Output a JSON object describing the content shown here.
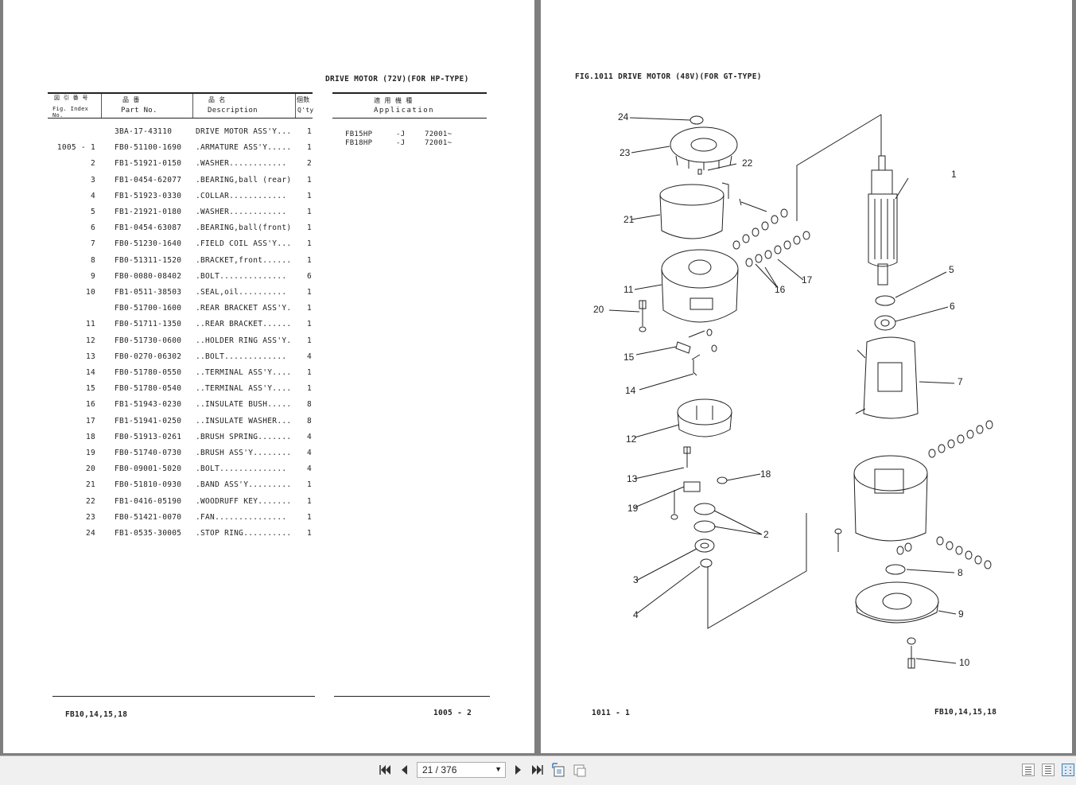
{
  "left_page": {
    "title": "DRIVE MOTOR (72V)(FOR HP-TYPE)",
    "headers": {
      "index_jp": "図 引 番 号",
      "index": "Fig. Index No.",
      "part_jp": "品 番",
      "part": "Part No.",
      "desc_jp": "品 名",
      "desc": "Description",
      "qty_jp": "個数",
      "qty": "Q'ty",
      "app_jp": "適 用 機 種",
      "app": "Application"
    },
    "applications": [
      {
        "model": "FB15HP",
        "variant": "-J",
        "serial": "72001~"
      },
      {
        "model": "FB18HP",
        "variant": "-J",
        "serial": "72001~"
      }
    ],
    "parts": [
      {
        "index": "",
        "part_no": "3BA-17-43110",
        "description": "DRIVE MOTOR ASS'Y...",
        "qty": "1"
      },
      {
        "index": "1005 - 1",
        "part_no": "FB0-51100-1690",
        "description": ".ARMATURE ASS'Y.....",
        "qty": "1"
      },
      {
        "index": "2",
        "part_no": "FB1-51921-0150",
        "description": ".WASHER............",
        "qty": "2"
      },
      {
        "index": "3",
        "part_no": "FB1-0454-62077",
        "description": ".BEARING,ball (rear)",
        "qty": "1"
      },
      {
        "index": "4",
        "part_no": "FB1-51923-0330",
        "description": ".COLLAR............",
        "qty": "1"
      },
      {
        "index": "5",
        "part_no": "FB1-21921-0180",
        "description": ".WASHER............",
        "qty": "1"
      },
      {
        "index": "6",
        "part_no": "FB1-0454-63087",
        "description": ".BEARING,ball(front)",
        "qty": "1"
      },
      {
        "index": "7",
        "part_no": "FB0-51230-1640",
        "description": ".FIELD COIL ASS'Y...",
        "qty": "1"
      },
      {
        "index": "8",
        "part_no": "FB0-51311-1520",
        "description": ".BRACKET,front......",
        "qty": "1"
      },
      {
        "index": "9",
        "part_no": "FB0-0080-08402",
        "description": ".BOLT..............",
        "qty": "6"
      },
      {
        "index": "10",
        "part_no": "FB1-0511-38503",
        "description": ".SEAL,oil..........",
        "qty": "1"
      },
      {
        "index": "",
        "part_no": "FB0-51700-1600",
        "description": ".REAR BRACKET ASS'Y.",
        "qty": "1"
      },
      {
        "index": "11",
        "part_no": "FB0-51711-1350",
        "description": "..REAR BRACKET......",
        "qty": "1"
      },
      {
        "index": "12",
        "part_no": "FB0-51730-0600",
        "description": "..HOLDER RING ASS'Y.",
        "qty": "1"
      },
      {
        "index": "13",
        "part_no": "FB0-0270-06302",
        "description": "..BOLT.............",
        "qty": "4"
      },
      {
        "index": "14",
        "part_no": "FB0-51780-0550",
        "description": "..TERMINAL ASS'Y....",
        "qty": "1"
      },
      {
        "index": "15",
        "part_no": "FB0-51780-0540",
        "description": "..TERMINAL ASS'Y....",
        "qty": "1"
      },
      {
        "index": "16",
        "part_no": "FB1-51943-0230",
        "description": "..INSULATE BUSH.....",
        "qty": "8"
      },
      {
        "index": "17",
        "part_no": "FB1-51941-0250",
        "description": "..INSULATE WASHER...",
        "qty": "8"
      },
      {
        "index": "18",
        "part_no": "FB0-51913-0261",
        "description": ".BRUSH SPRING.......",
        "qty": "4"
      },
      {
        "index": "19",
        "part_no": "FB0-51740-0730",
        "description": ".BRUSH ASS'Y........",
        "qty": "4"
      },
      {
        "index": "20",
        "part_no": "FB0-09001-5020",
        "description": ".BOLT..............",
        "qty": "4"
      },
      {
        "index": "21",
        "part_no": "FB0-51810-0930",
        "description": ".BAND ASS'Y.........",
        "qty": "1"
      },
      {
        "index": "22",
        "part_no": "FB1-0416-05190",
        "description": ".WOODRUFF KEY.......",
        "qty": "1"
      },
      {
        "index": "23",
        "part_no": "FB0-51421-0070",
        "description": ".FAN...............",
        "qty": "1"
      },
      {
        "index": "24",
        "part_no": "FB1-0535-30005",
        "description": ".STOP RING..........",
        "qty": "1"
      }
    ],
    "footer_left": "FB10,14,15,18",
    "footer_right": "1005 - 2"
  },
  "right_page": {
    "title": "FIG.1011  DRIVE MOTOR (48V)(FOR GT-TYPE)",
    "callouts": [
      "1",
      "2",
      "3",
      "4",
      "5",
      "6",
      "7",
      "8",
      "9",
      "10",
      "11",
      "12",
      "13",
      "14",
      "15",
      "16",
      "17",
      "18",
      "19",
      "20",
      "21",
      "22",
      "23",
      "24"
    ],
    "footer_left": "1011 - 1",
    "footer_right": "FB10,14,15,18"
  },
  "toolbar": {
    "page_display": "21 / 376",
    "first_icon": "first-page-icon",
    "prev_icon": "prev-page-icon",
    "next_icon": "next-page-icon",
    "last_icon": "last-page-icon"
  }
}
